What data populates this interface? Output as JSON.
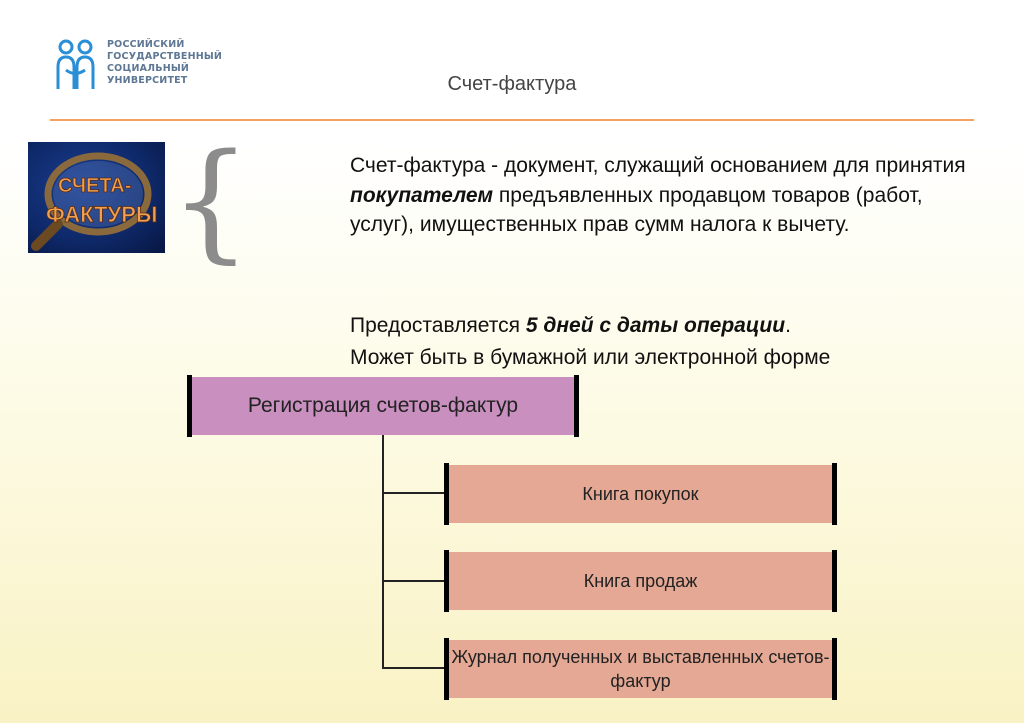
{
  "header": {
    "logo_lines": [
      "РОССИЙСКИЙ",
      "ГОСУДАРСТВЕННЫЙ",
      "СОЦИАЛЬНЫЙ",
      "УНИВЕРСИТЕТ"
    ],
    "title": "Счет-фактура"
  },
  "image": {
    "caption_line1": "СЧЕТА-",
    "caption_line2": "ФАКТУРЫ"
  },
  "definition": {
    "part1": "Счет-фактура - документ, служащий основанием для принятия ",
    "emphasis": "покупателем",
    "part2": " предъявленных продавцом товаров (работ, услуг), имущественных прав сумм налога к вычету."
  },
  "term": {
    "prefix": "Предоставляется ",
    "emphasis": "5 дней с даты операции",
    "suffix": "."
  },
  "form_note": "Может быть в бумажной или электронной форме",
  "diagram": {
    "root": "Регистрация счетов-фактур",
    "children": [
      "Книга покупок",
      "Книга продаж",
      "Журнал полученных и выставленных счетов-фактур"
    ]
  },
  "colors": {
    "accent_rule": "#f4a460",
    "root_box": "#c98fbf",
    "child_box": "#e4a894"
  }
}
